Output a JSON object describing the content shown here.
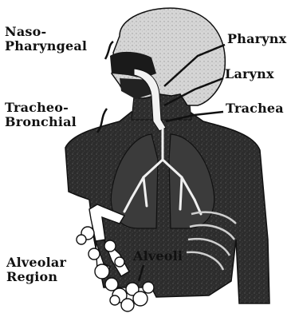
{
  "labels": {
    "nasopharyngeal": {
      "line1": "Naso-",
      "line2": "Pharyngeal"
    },
    "tracheobronchial": {
      "line1": "Tracheo-",
      "line2": "Bronchial"
    },
    "alveolar_region": {
      "line1": "Alveolar",
      "line2": "Region"
    },
    "pharynx": "Pharynx",
    "larynx": "Larynx",
    "trachea": "Trachea",
    "alveoli": "Alveoli"
  },
  "colors": {
    "ink": "#111111",
    "body_fill": "#2a2a2a",
    "head_fill": "#d9d9d9",
    "lung_fill": "#3a3a3a",
    "airway": "#f4f4f4",
    "background": "#ffffff"
  }
}
